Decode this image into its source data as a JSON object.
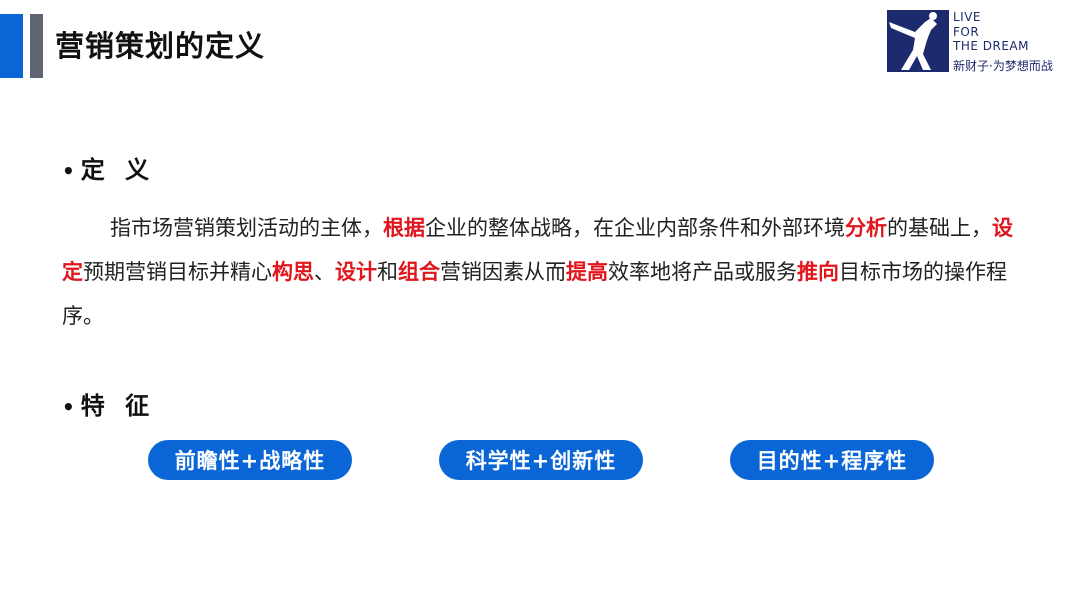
{
  "header": {
    "title": "营销策划的定义",
    "accent_color": "#0a66d6",
    "secondary_bar_color": "#5f6672"
  },
  "logo": {
    "icon": "runner-silhouette-icon",
    "line1": "LIVE",
    "line2": "FOR",
    "line3": "THE DREAM",
    "slogan": "新财子·为梦想而战",
    "color": "#1e2a6e"
  },
  "sections": [
    {
      "bullet": "•",
      "heading": "定 义"
    },
    {
      "bullet": "•",
      "heading": "特 征"
    }
  ],
  "definition": {
    "highlight_color": "#e0161c",
    "segments": [
      {
        "text": "指市场营销策划活动的主体，",
        "highlight": false
      },
      {
        "text": "根据",
        "highlight": true
      },
      {
        "text": "企业的整体战略，在企业内部条件和外部环境",
        "highlight": false
      },
      {
        "text": "分析",
        "highlight": true
      },
      {
        "text": "的基础上，",
        "highlight": false
      },
      {
        "text": "设定",
        "highlight": true
      },
      {
        "text": "预期营销目标并精心",
        "highlight": false
      },
      {
        "text": "构思",
        "highlight": true
      },
      {
        "text": "、",
        "highlight": false
      },
      {
        "text": "设计",
        "highlight": true
      },
      {
        "text": "和",
        "highlight": false
      },
      {
        "text": "组合",
        "highlight": true
      },
      {
        "text": "营销因素从而",
        "highlight": false
      },
      {
        "text": "提高",
        "highlight": true
      },
      {
        "text": "效率地将产品或服务",
        "highlight": false
      },
      {
        "text": "推向",
        "highlight": true
      },
      {
        "text": "目标市场的操作程序。",
        "highlight": false
      }
    ]
  },
  "features": [
    {
      "label": "前瞻性+战略性"
    },
    {
      "label": "科学性+创新性"
    },
    {
      "label": "目的性+程序性"
    }
  ]
}
